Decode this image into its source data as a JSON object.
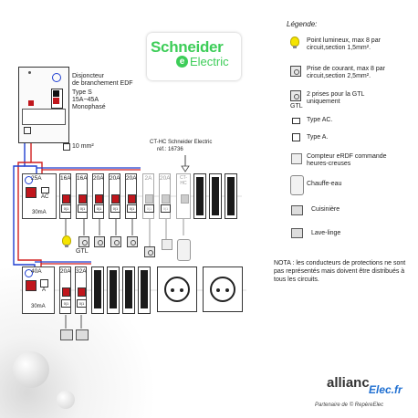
{
  "brand": {
    "schneider": "Schneider",
    "electric": "Electric",
    "allianc": "allianc",
    "elec": "Elec.fr",
    "partner": "Partenaire de © RepèreElec"
  },
  "edf": {
    "l1": "Disjoncteur",
    "l2": "de branchement EDF",
    "l3": "Type S",
    "l4": "15A~45A",
    "l5": "Monophasé"
  },
  "earth": "10 mm²",
  "cthc": {
    "l1": "CT-HC Schneider Electric",
    "l2": "réf.: 16736"
  },
  "gtl": "GTL",
  "legend": {
    "title": "Légende:",
    "items": [
      {
        "icon": "bulb-icon",
        "text": "Point lumineux, max 8 par circuit,section 1,5mm²."
      },
      {
        "icon": "socket-icon",
        "text": "Prise de courant, max 8 par circuit,section 2,5mm²."
      },
      {
        "icon": "gtl-socket-icon",
        "text": "2 prises pour la GTL uniquement",
        "sub": "GTL"
      },
      {
        "icon": "type-ac-icon",
        "text": "Type AC."
      },
      {
        "icon": "type-a-icon",
        "text": "Type A."
      },
      {
        "icon": "meter-icon",
        "text": "Compteur eRDF commande heures-creuses"
      },
      {
        "icon": "water-heater-icon",
        "text": "Chauffe-eau"
      },
      {
        "icon": "cooker-icon",
        "text": "Cuisinière"
      },
      {
        "icon": "washer-icon",
        "text": "Lave-linge"
      }
    ]
  },
  "nota": "NOTA : les conducteurs de protections ne sont pas représentés mais doivent être distribués à tous les circuits.",
  "row1": {
    "rcd": {
      "amp": "25A",
      "type": "AC",
      "sens": "30mA"
    },
    "breakers": [
      "16A",
      "16A",
      "20A",
      "20A",
      "20A",
      "2A",
      "20A"
    ],
    "hc": "CT-HC"
  },
  "row2": {
    "rcd": {
      "amp": "40A",
      "type": "A",
      "sens": "30mA"
    },
    "breakers": [
      "20A",
      "32A"
    ]
  },
  "colors": {
    "phase": "#d11f1f",
    "neutral": "#1f3fd1",
    "green": "#3dcd58"
  }
}
